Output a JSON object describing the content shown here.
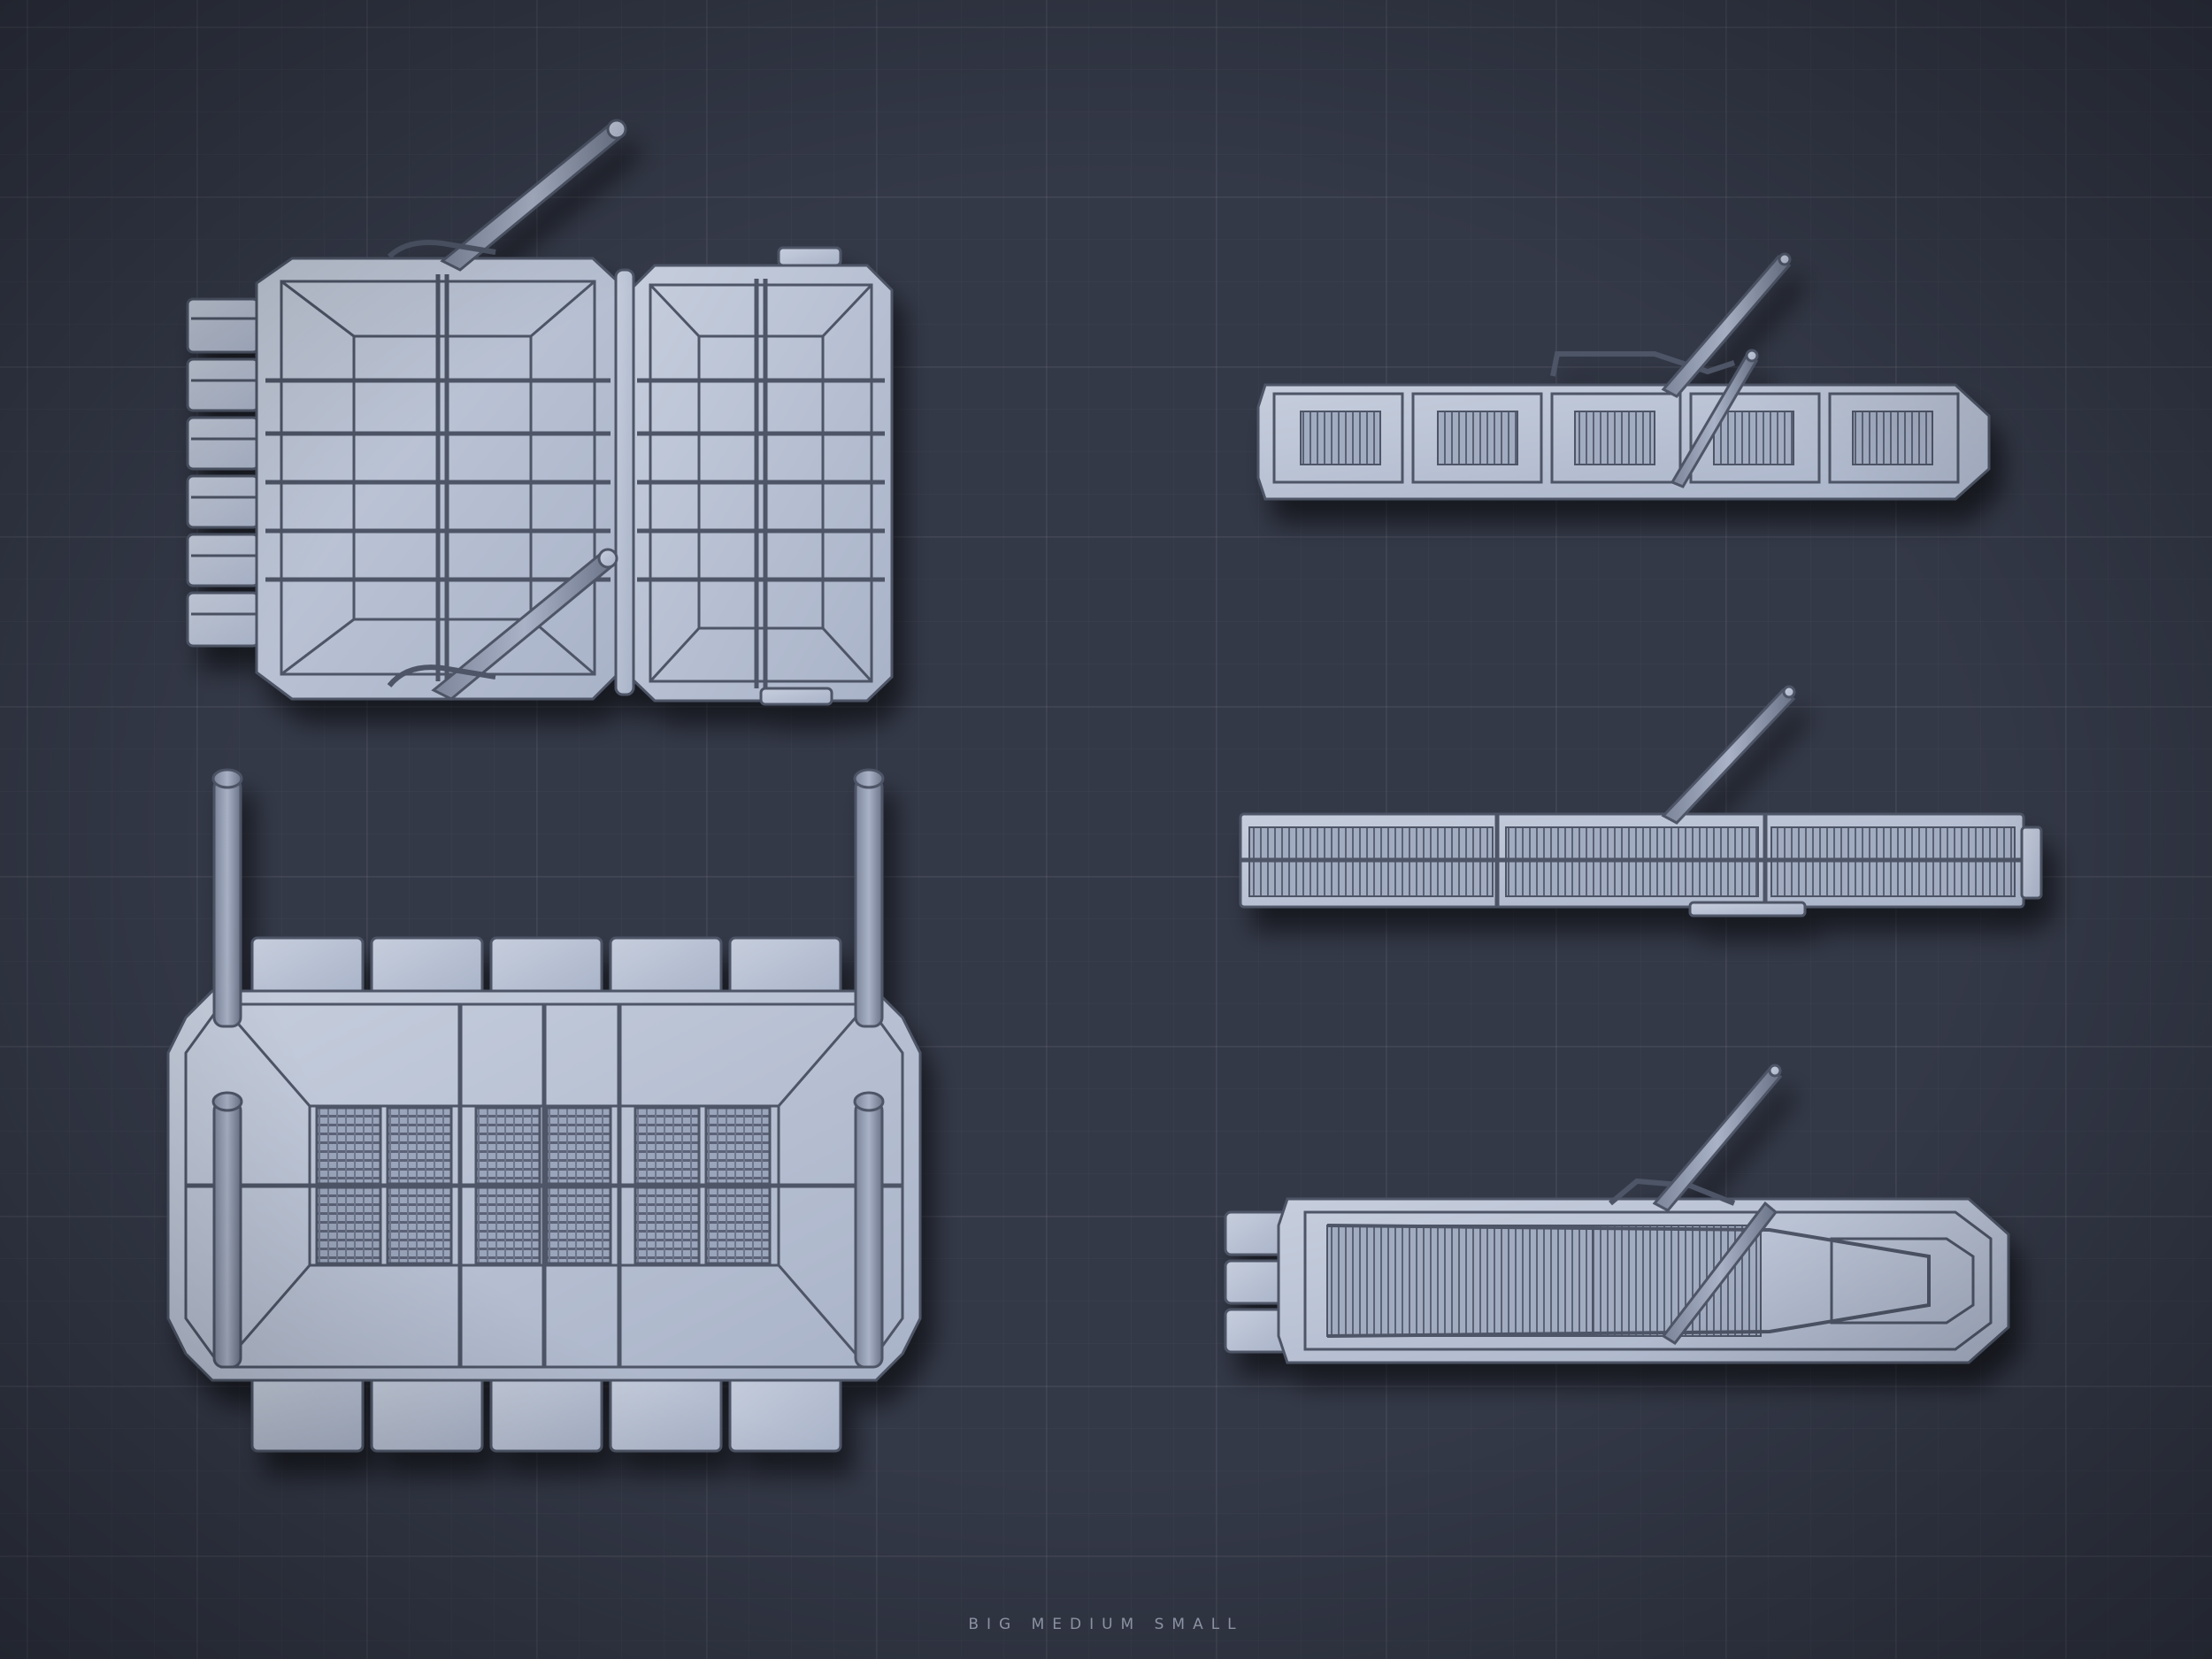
{
  "caption": "BIG MEDIUM SMALL",
  "colors": {
    "background": "#343948",
    "grid_line": "#3d4354",
    "model_fill": "#aeb8cc",
    "model_fill_light": "#c3cbdb",
    "wire_stroke": "#4d5466",
    "shadow": "#1e222c"
  },
  "models": [
    {
      "id": "big-top-view",
      "size": "big"
    },
    {
      "id": "big-side-view",
      "size": "big"
    },
    {
      "id": "medium-view-1",
      "size": "medium"
    },
    {
      "id": "medium-view-2",
      "size": "medium"
    },
    {
      "id": "small-view",
      "size": "small"
    }
  ]
}
